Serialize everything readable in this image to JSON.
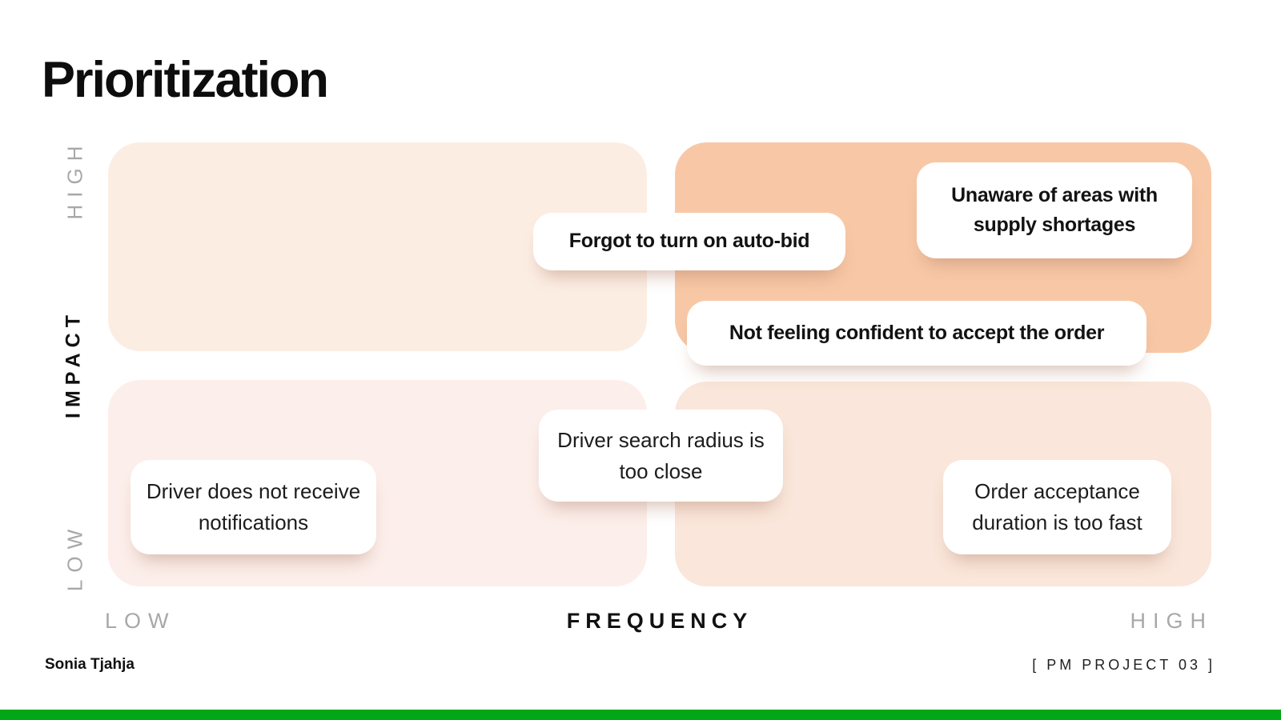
{
  "slide": {
    "title": "Prioritization",
    "footer": {
      "author": "Sonia Tjahja",
      "project_tag": "[ PM PROJECT 03 ]"
    }
  },
  "matrix": {
    "x_axis": {
      "label": "FREQUENCY",
      "min_label": "LOW",
      "max_label": "HIGH"
    },
    "y_axis": {
      "label": "IMPACT",
      "min_label": "LOW",
      "max_label": "HIGH"
    },
    "quadrant_colors": {
      "top_left": "#fcede3",
      "top_right": "#f8c8a6",
      "bottom_left": "#fceeea",
      "bottom_right": "#fae6da"
    },
    "cards": [
      {
        "label": "Forgot to turn on auto-bid",
        "impact": "high",
        "frequency": "medium-high",
        "emphasis": "bold"
      },
      {
        "label": "Unaware of areas with supply shortages",
        "impact": "high",
        "frequency": "high",
        "emphasis": "bold"
      },
      {
        "label": "Not feeling confident to accept the order",
        "impact": "medium-high",
        "frequency": "high",
        "emphasis": "bold"
      },
      {
        "label": "Driver search radius is too close",
        "impact": "medium-low",
        "frequency": "medium",
        "emphasis": "regular"
      },
      {
        "label": "Driver does not receive notifications",
        "impact": "low",
        "frequency": "low",
        "emphasis": "regular"
      },
      {
        "label": "Order acceptance duration is too fast",
        "impact": "low",
        "frequency": "high",
        "emphasis": "regular"
      }
    ]
  },
  "colors": {
    "accent_bar": "#02a718",
    "muted_axis_label": "#a8a8a8",
    "text": "#111111",
    "card_background": "#ffffff"
  }
}
